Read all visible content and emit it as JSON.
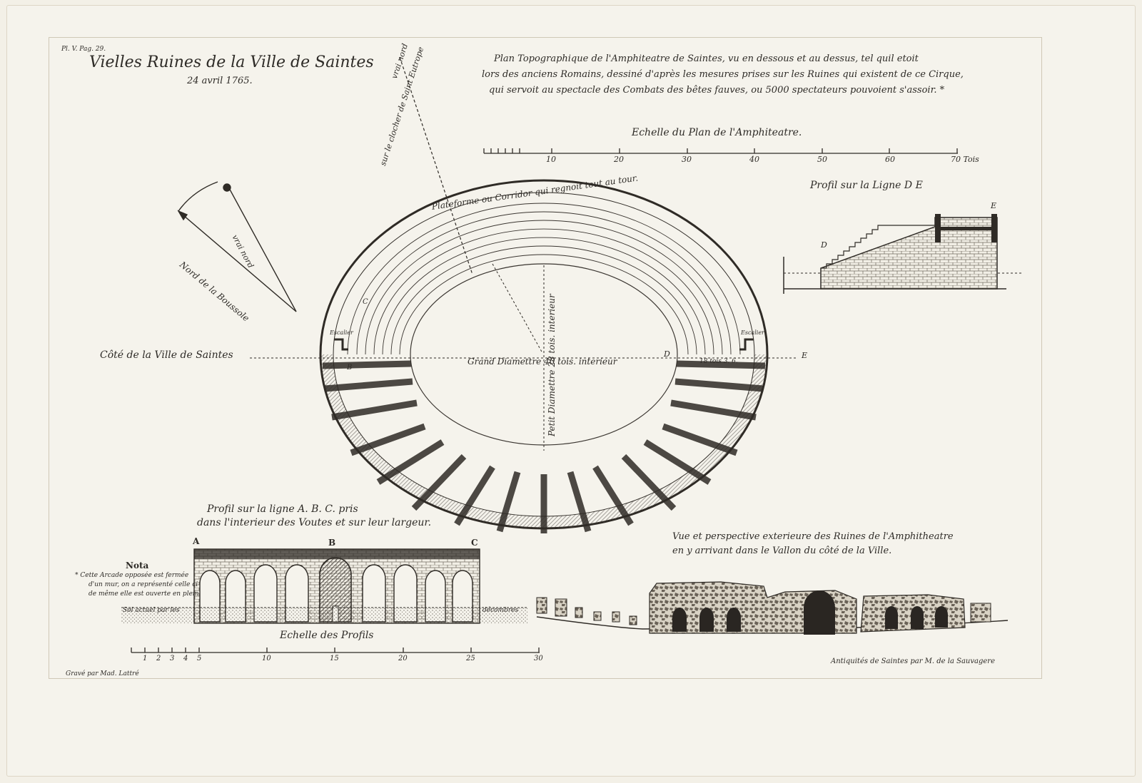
{
  "plate_ref": "Pl. V. Pag. 29.",
  "title": "Vielles Ruines de la Ville de Saintes",
  "date": "24 avril 1765.",
  "description_lines": [
    "Plan Topographique de l'Amphiteatre de Saintes, vu en dessous et au dessus, tel quil etoit",
    "lors des anciens Romains, dessiné d'après les mesures prises sur les Ruines qui existent de ce Cirque,",
    "qui servoit au spectacle des Combats des bêtes fauves, ou 5000 spectateurs pouvoient s'assoir. *"
  ],
  "scale_plan": {
    "label": "Echelle du Plan de l'Amphiteatre.",
    "ticks": [
      "10",
      "20",
      "30",
      "40",
      "50",
      "60",
      "70 Tois"
    ]
  },
  "profile_de": {
    "title": "Profil sur la Ligne  D E",
    "label_d": "D",
    "label_e": "E"
  },
  "compass": {
    "nord_boussole": "Nord de la Boussole",
    "vrai_nord": "vrai nord"
  },
  "clocher": "sur le clocher de Saint Eutrope",
  "vrai_nord_top": "vrai nord",
  "plan": {
    "corridor": "Plateforme ou Corridor qui regnoit tout au tour.",
    "escalier_left": "Escalier",
    "escalier_right": "Escalier",
    "cote_ville": "Côté de la Ville de Saintes",
    "grand_diametre": "Grand Diamettre 40 tois. interieur",
    "petit_diametre": "Petit Diamettre 28 tois. interieur",
    "label_b": "B",
    "label_c": "C",
    "label_d": "D",
    "label_e": "E",
    "side_dim": "18 tois 3. 6."
  },
  "profile_abc": {
    "title_1": "Profil sur la ligne A. B. C. pris",
    "title_2": "dans l'interieur des Voutes et sur leur largeur.",
    "label_a": "A",
    "label_b": "B",
    "label_c": "C",
    "nota_title": "Nota",
    "nota_lines": [
      "* Cette Arcade opposée est fermée",
      "d'un mur, on a représenté celle ci",
      "de même elle est ouverte en plein"
    ],
    "sol_actuel": "Sol actuel par les",
    "decombres": "décombres",
    "scale_label": "Echelle des Profils",
    "scale_ticks": [
      "1",
      "2",
      "3",
      "4",
      "5",
      "10",
      "15",
      "20",
      "25",
      "30"
    ]
  },
  "perspective": {
    "title_1": "Vue et perspective exterieure des Ruines de l'Amphitheatre",
    "title_2": "en y arrivant dans le Vallon du côté de la Ville."
  },
  "credit_left": "Gravé par Mad. Lattré",
  "credit_right": "Antiquités de Saintes par M. de la Sauvagere"
}
